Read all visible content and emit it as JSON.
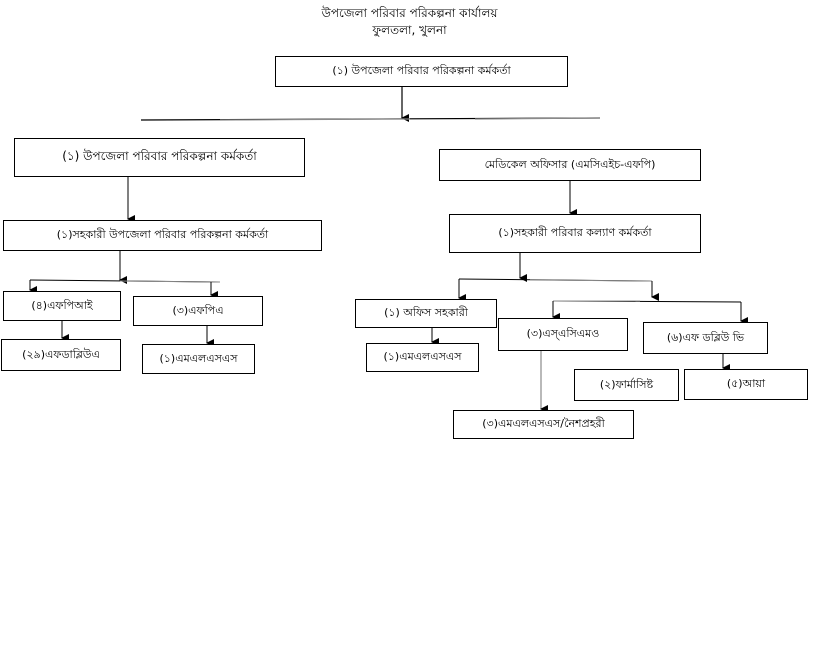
{
  "header": {
    "office_title": "উপজেলা পরিবার পরিকল্পনা কার্যালয়",
    "location": "ফুলতলা, খুলনা"
  },
  "org_chart": {
    "top": {
      "label": "(১) উপজেলা পরিবার পরিকল্পনা কর্মকর্তা"
    },
    "left_branch": {
      "head": {
        "label": "(১) উপজেলা পরিবার পরিকল্পনা কর্মকর্তা"
      },
      "assistant": {
        "label": "(১)সহকারী উপজেলা পরিবার পরিকল্পনা কর্মকর্তা"
      },
      "fpi": {
        "label": "(৪)এফপিআই"
      },
      "fwa": {
        "label": "(২৯)এফডাব্লিউএ"
      },
      "fpa": {
        "label": "(৩)এফপিএ"
      },
      "mlss": {
        "label": "(১)এমএলএসএস"
      }
    },
    "right_branch": {
      "head": {
        "label": "মেডিকেল অফিসার (এমসিএইচ-এফপি)"
      },
      "assistant": {
        "label": "(১)সহকারী পরিবার কল্যাণ কর্মকর্তা"
      },
      "office_assistant": {
        "label": "(১) অফিস সহকারী"
      },
      "office_mlss": {
        "label": "(১)এমএলএসএস"
      },
      "sacmo": {
        "label": "(৩)এস্এসিএমও"
      },
      "fwv": {
        "label": "(৬)এফ ডব্লিউ ভি"
      },
      "pharmacist": {
        "label": "(২)ফার্মাসিষ্ট"
      },
      "aya": {
        "label": "(৫)আয়া"
      },
      "mlss_guard": {
        "label": "(৩)এমএলএসএস/নৈশপ্রহরী"
      }
    }
  },
  "colors": {
    "line": "#000000",
    "faded_line": "#8a8a8a",
    "box_border": "#000000"
  }
}
